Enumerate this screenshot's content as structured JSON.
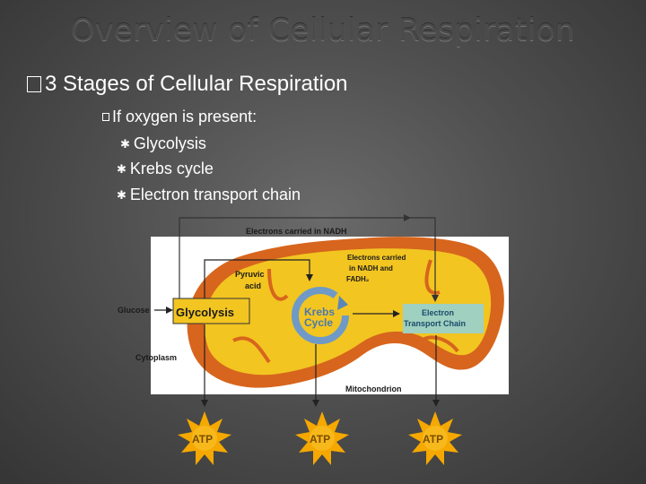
{
  "title": "Overview of Cellular Respiration",
  "bullets": {
    "level1": "3 Stages of Cellular Respiration",
    "level2": "If oxygen is present:",
    "level3": [
      "Glycolysis",
      "Krebs cycle",
      "Electron transport chain"
    ]
  },
  "diagram": {
    "nadh_top": "Electrons carried in NADH",
    "pyruvic_1": "Pyruvic",
    "pyruvic_2": "acid",
    "electrons_1": "Electrons carried",
    "electrons_2": "in NADH and",
    "electrons_3": "FADH₂",
    "glucose": "Glucose",
    "glycolysis": "Glycolysis",
    "krebs_1": "Krebs",
    "krebs_2": "Cycle",
    "etc_1": "Electron",
    "etc_2": "Transport  Chain",
    "cytoplasm": "Cytoplasm",
    "mitochondrion": "Mitochondrion",
    "atp": [
      "ATP",
      "ATP",
      "ATP"
    ]
  },
  "colors": {
    "background": "#505050",
    "title": "#4a4a4a",
    "mito_outer": "#d7651d",
    "mito_inner": "#f2c521",
    "glycolysis_box": "#f2c521",
    "etc_box": "#9fd0c0",
    "krebs_arrow": "#6f9ac7",
    "atp_star": "#f5a800"
  }
}
